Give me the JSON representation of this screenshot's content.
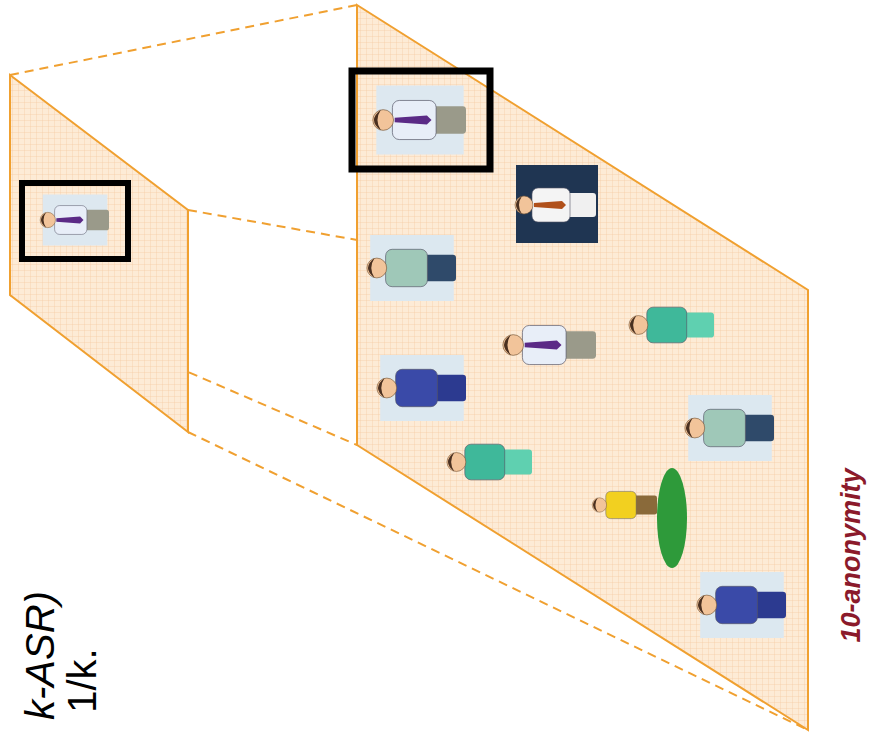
{
  "diagram": {
    "labels": [
      "k-ASR)",
      "1/k.",
      "10-anonymity"
    ]
  }
}
